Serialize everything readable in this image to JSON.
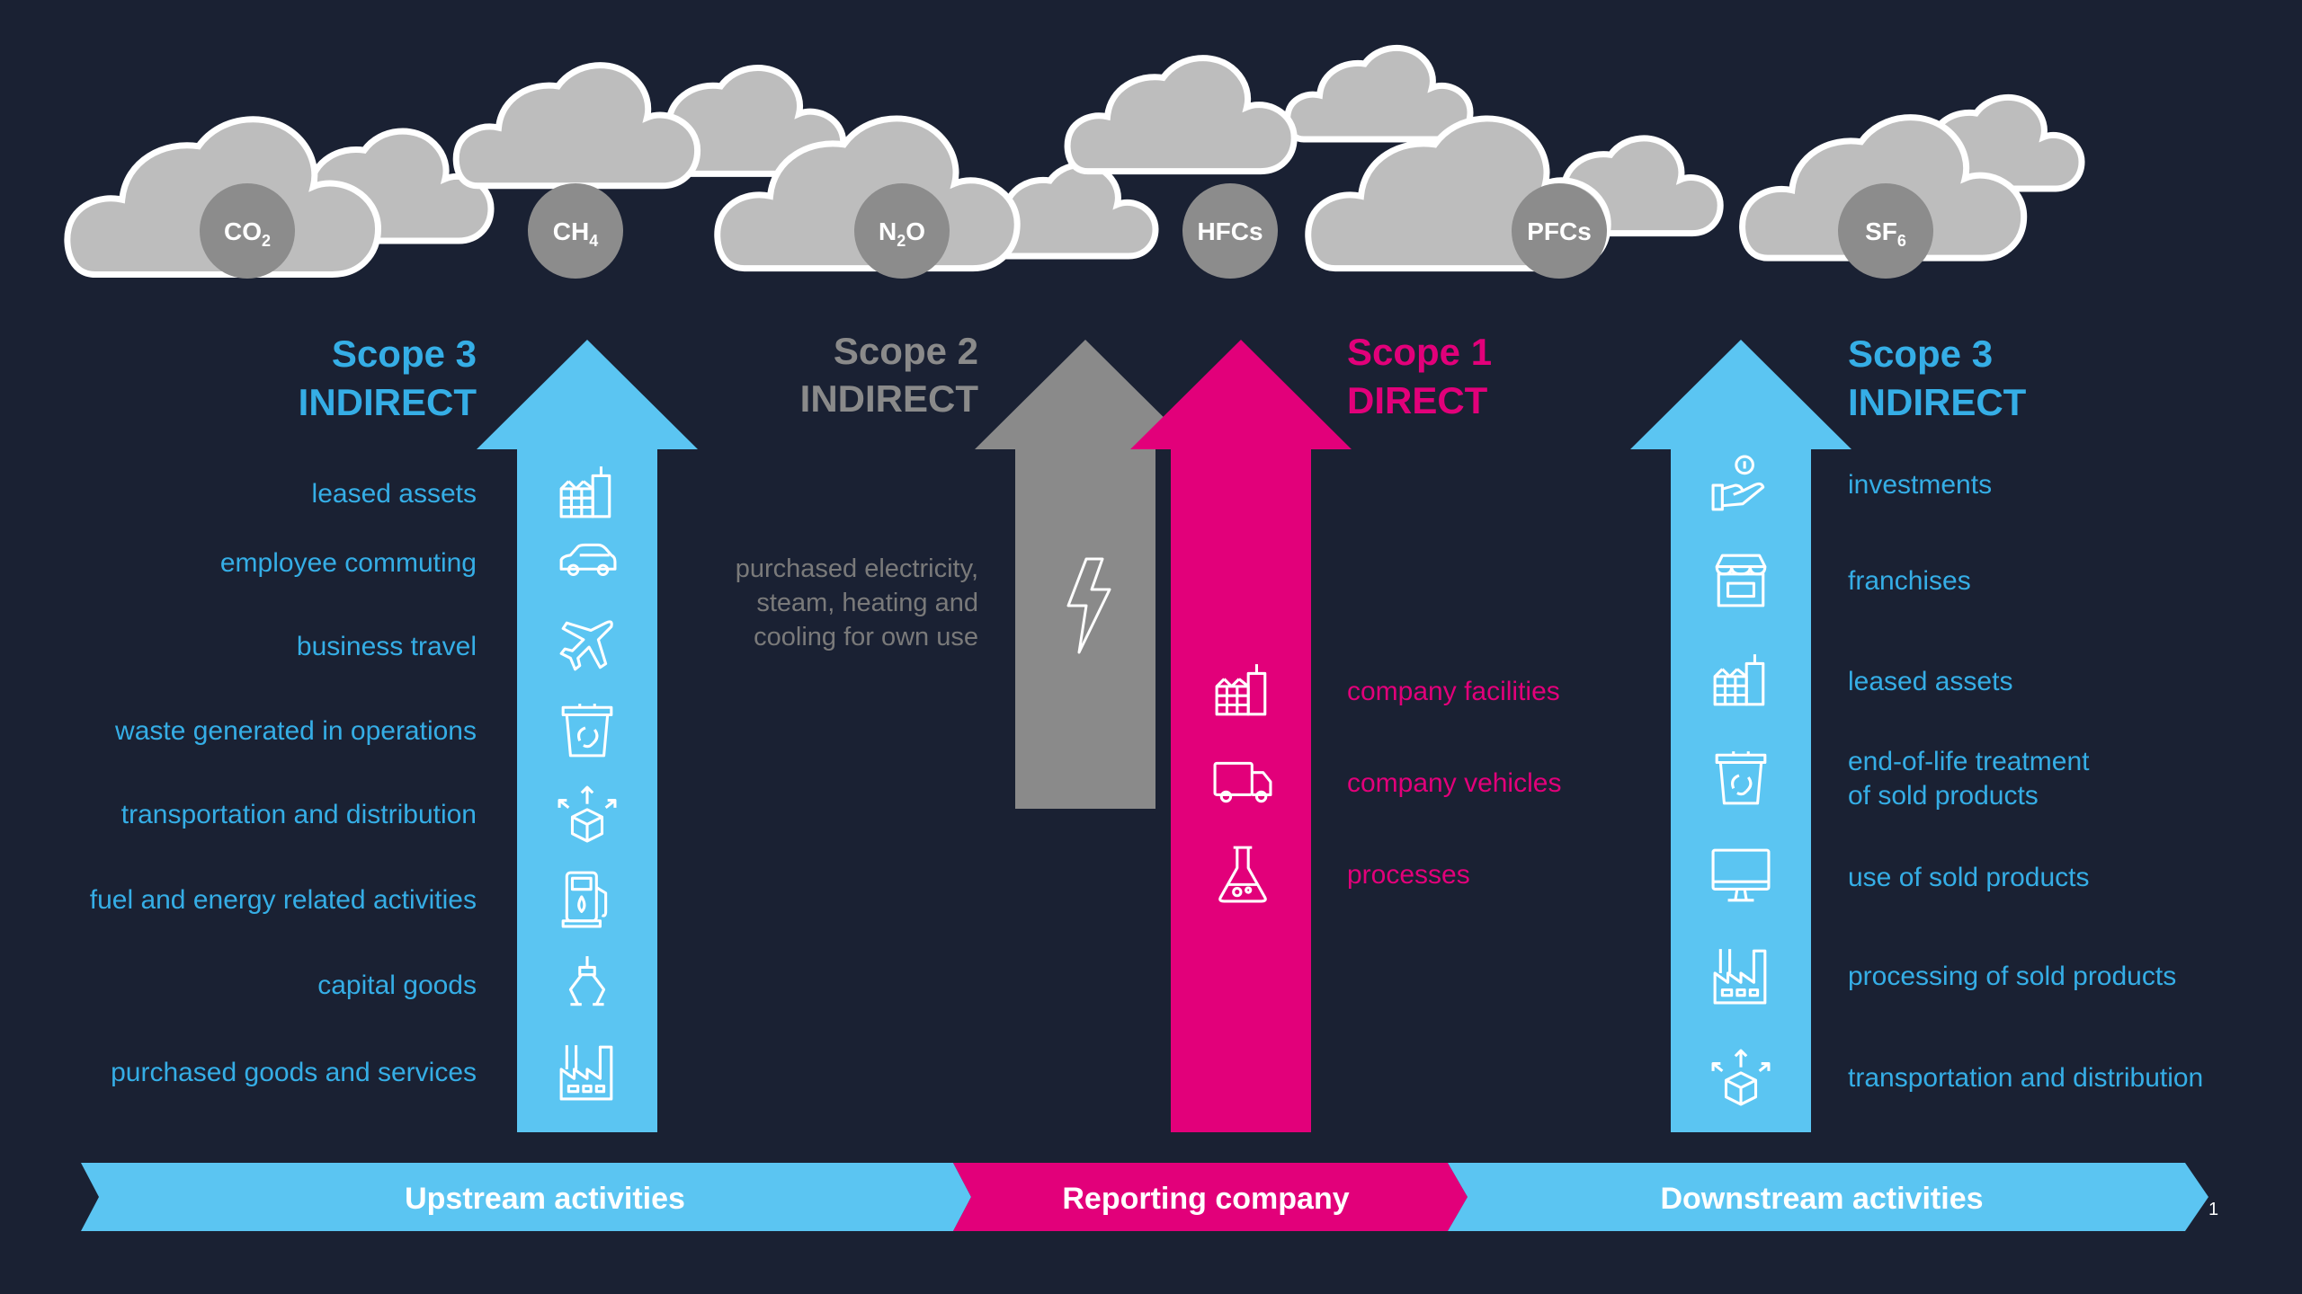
{
  "colors": {
    "background": "#1a2133",
    "cloud": "#bdbdbd",
    "cloud_outline": "#ffffff",
    "gas_badge": "#8c8c8c",
    "scope3_blue": "#5bc5f2",
    "scope3_text": "#35aee6",
    "scope2_gray": "#8a8a8a",
    "scope2_text": "#8a8a8a",
    "scope1_pink": "#e2007a",
    "scope1_text": "#e2007a",
    "icon_stroke": "#ffffff"
  },
  "gases": [
    {
      "base": "CO",
      "sub": "2"
    },
    {
      "base": "CH",
      "sub": "4"
    },
    {
      "base": "N",
      "sub": "2",
      "tail": "O"
    },
    {
      "base": "HFCs",
      "sub": ""
    },
    {
      "base": "PFCs",
      "sub": ""
    },
    {
      "base": "SF",
      "sub": "6"
    }
  ],
  "scopes": {
    "upstream": {
      "line1": "Scope 3",
      "line2": "INDIRECT",
      "items": [
        {
          "label": "leased assets",
          "icon": "building-icon"
        },
        {
          "label": "employee commuting",
          "icon": "car-icon"
        },
        {
          "label": "business travel",
          "icon": "airplane-icon"
        },
        {
          "label": "waste generated in operations",
          "icon": "recycle-bin-icon"
        },
        {
          "label": "transportation and distribution",
          "icon": "package-distribution-icon"
        },
        {
          "label": "fuel and energy related activities",
          "icon": "fuel-pump-icon"
        },
        {
          "label": "capital goods",
          "icon": "robotic-arm-icon"
        },
        {
          "label": "purchased goods and services",
          "icon": "factory-icon"
        }
      ]
    },
    "scope2": {
      "line1": "Scope 2",
      "line2": "INDIRECT",
      "desc": [
        "purchased electricity,",
        "steam, heating and",
        "cooling for own use"
      ],
      "icon": "lightning-bolt-icon"
    },
    "scope1": {
      "line1": "Scope 1",
      "line2": "DIRECT",
      "items": [
        {
          "label": "company facilities",
          "icon": "building-icon"
        },
        {
          "label": "company vehicles",
          "icon": "truck-icon"
        },
        {
          "label": "processes",
          "icon": "flask-icon"
        }
      ]
    },
    "downstream": {
      "line1": "Scope 3",
      "line2": "INDIRECT",
      "items": [
        {
          "label": [
            "investments"
          ],
          "icon": "investment-hand-icon"
        },
        {
          "label": [
            "franchises"
          ],
          "icon": "storefront-icon"
        },
        {
          "label": [
            "leased assets"
          ],
          "icon": "building-icon"
        },
        {
          "label": [
            "end-of-life treatment",
            "of sold products"
          ],
          "icon": "recycle-bin-icon"
        },
        {
          "label": [
            "use of sold products"
          ],
          "icon": "monitor-icon"
        },
        {
          "label": [
            "processing of sold products"
          ],
          "icon": "factory-icon"
        },
        {
          "label": [
            "transportation and distribution"
          ],
          "icon": "package-distribution-icon"
        }
      ]
    }
  },
  "bottom_bar": {
    "upstream": "Upstream activities",
    "reporting": "Reporting company",
    "downstream": "Downstream activities"
  },
  "page_number": "1"
}
